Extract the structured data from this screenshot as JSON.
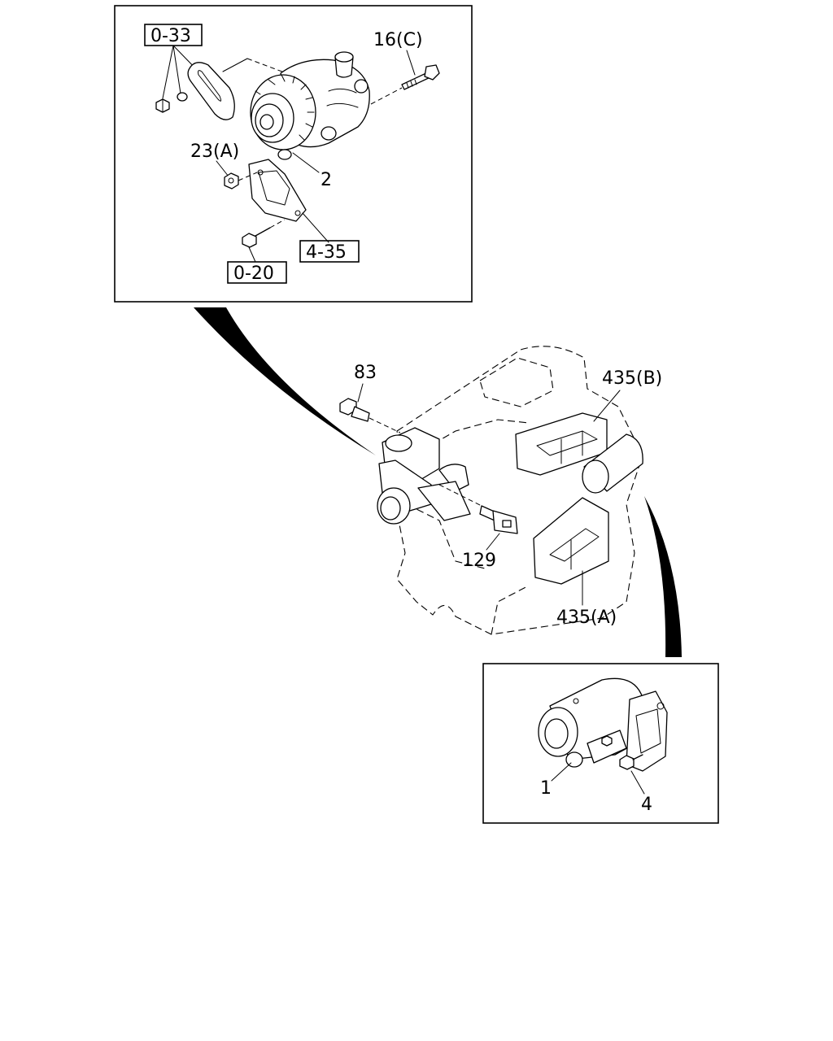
{
  "callouts": {
    "top_left": {
      "ref_0_33": "0-33",
      "ref_0_20": "0-20",
      "ref_4_35": "4-35",
      "part_16c": "16(C)",
      "part_23a": "23(A)",
      "part_2": "2"
    },
    "main": {
      "part_83": "83",
      "part_129": "129",
      "part_435b": "435(B)",
      "part_435a": "435(A)"
    },
    "bottom_right": {
      "part_1": "1",
      "part_4": "4"
    }
  }
}
